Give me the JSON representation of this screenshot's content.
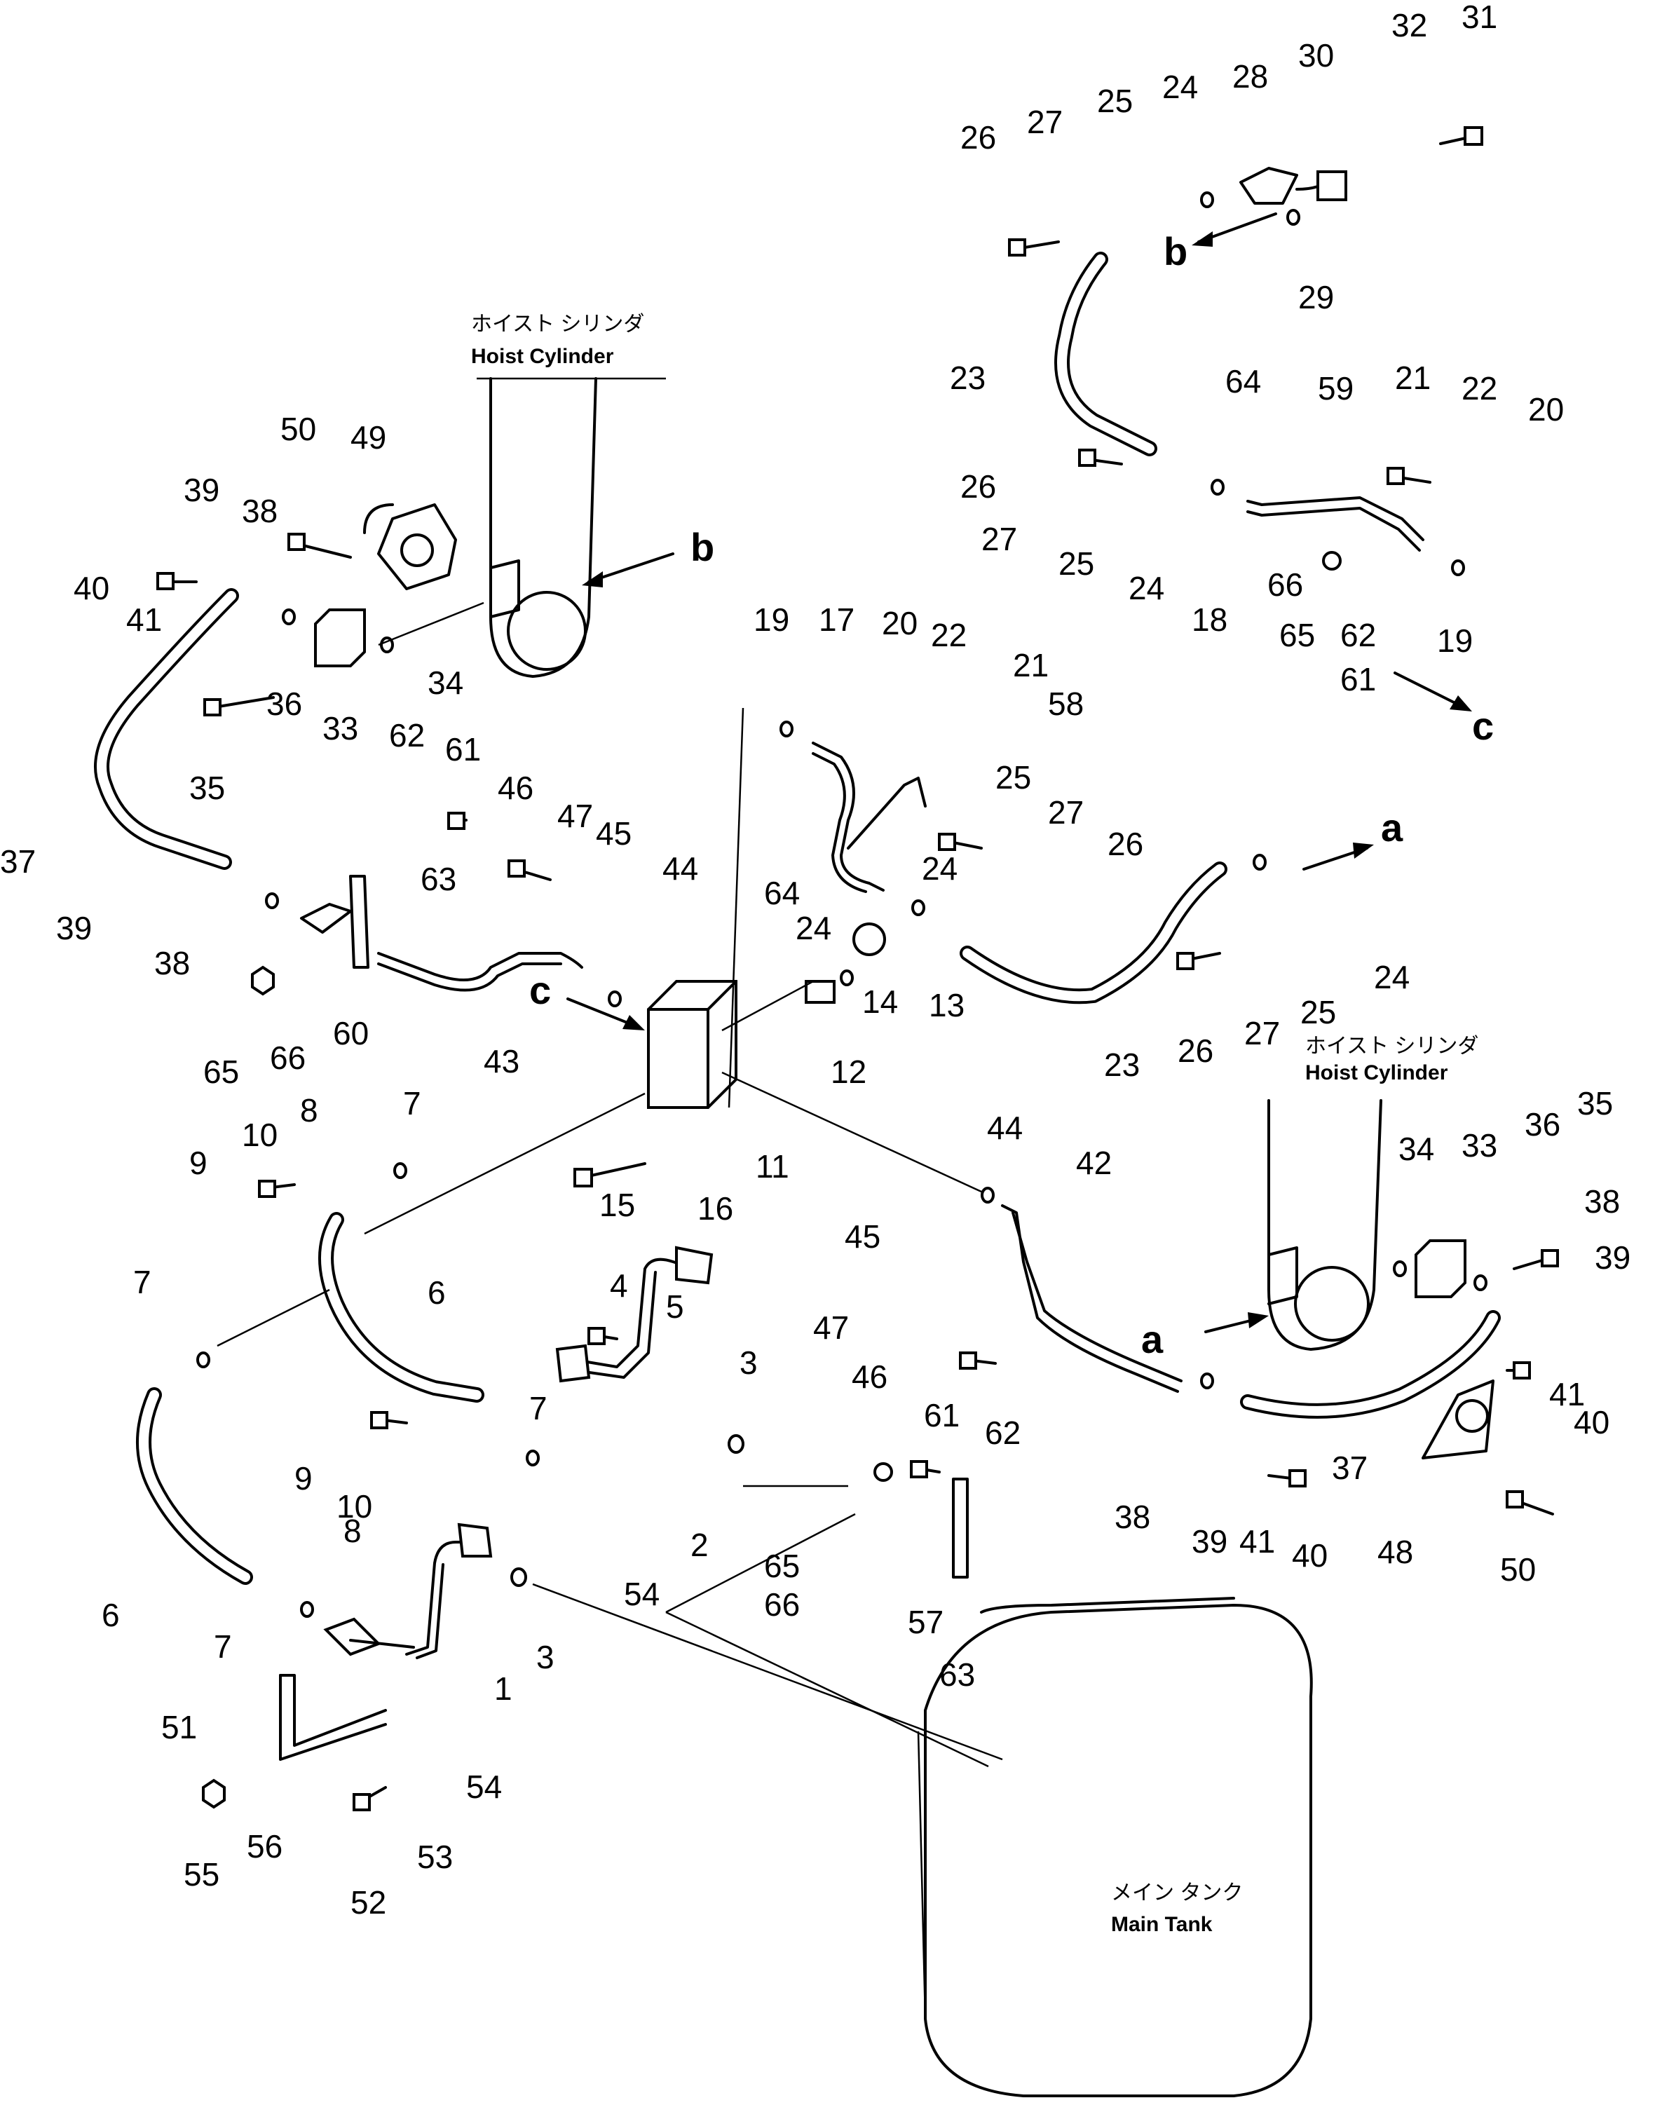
{
  "captions": {
    "hoist_cylinder_left_jp": "ホイスト シリンダ",
    "hoist_cylinder_left_en": "Hoist Cylinder",
    "hoist_cylinder_right_jp": "ホイスト シリンダ",
    "hoist_cylinder_right_en": "Hoist Cylinder",
    "main_tank_jp": "メイン タンク",
    "main_tank_en": "Main Tank"
  },
  "connection_letters": {
    "b_top": "b",
    "b_left_cyl": "b",
    "c_top": "c",
    "c_block": "c",
    "a_right": "a",
    "a_cyl": "a"
  },
  "part_labels": [
    "31",
    "32",
    "30",
    "28",
    "24",
    "25",
    "27",
    "26",
    "29",
    "23",
    "64",
    "59",
    "21",
    "22",
    "20",
    "26",
    "27",
    "25",
    "24",
    "18",
    "66",
    "65",
    "62",
    "61",
    "19",
    "50",
    "49",
    "39",
    "38",
    "40",
    "41",
    "34",
    "33",
    "36",
    "35",
    "37",
    "39",
    "38",
    "62",
    "61",
    "63",
    "46",
    "47",
    "45",
    "44",
    "60",
    "43",
    "65",
    "66",
    "19",
    "17",
    "20",
    "22",
    "21",
    "58",
    "25",
    "27",
    "26",
    "24",
    "64",
    "24",
    "13",
    "14",
    "12",
    "25",
    "24",
    "23",
    "26",
    "27",
    "8",
    "7",
    "10",
    "9",
    "11",
    "15",
    "16",
    "44",
    "42",
    "34",
    "33",
    "36",
    "35",
    "38",
    "39",
    "45",
    "47",
    "46",
    "6",
    "7",
    "4",
    "5",
    "7",
    "3",
    "9",
    "10",
    "8",
    "41",
    "40",
    "37",
    "48",
    "50",
    "38",
    "39",
    "41",
    "40",
    "61",
    "62",
    "2",
    "65",
    "66",
    "54",
    "57",
    "63",
    "6",
    "7",
    "3",
    "1",
    "51",
    "54",
    "53",
    "55",
    "56",
    "52"
  ]
}
